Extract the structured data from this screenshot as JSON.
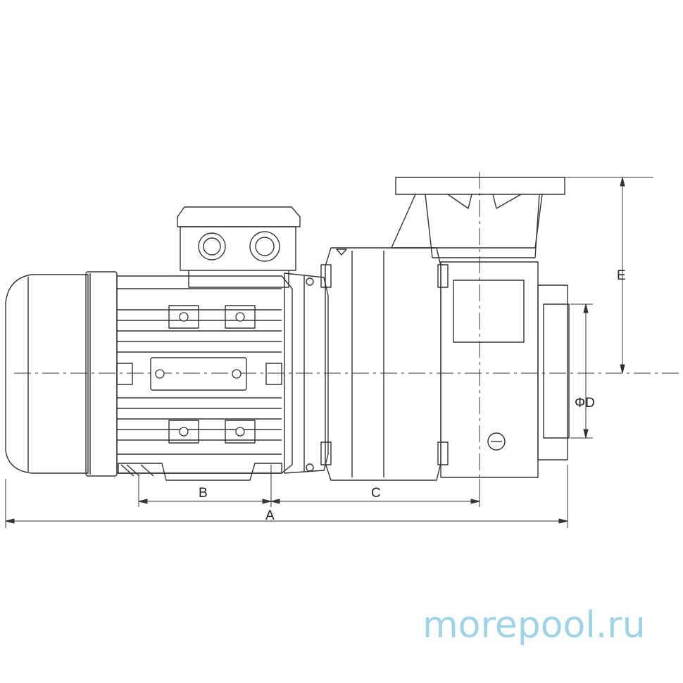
{
  "dimensions": {
    "a": "A",
    "b": "B",
    "c": "C",
    "d": "ΦD",
    "e": "E"
  },
  "watermark": "morepool.ru"
}
